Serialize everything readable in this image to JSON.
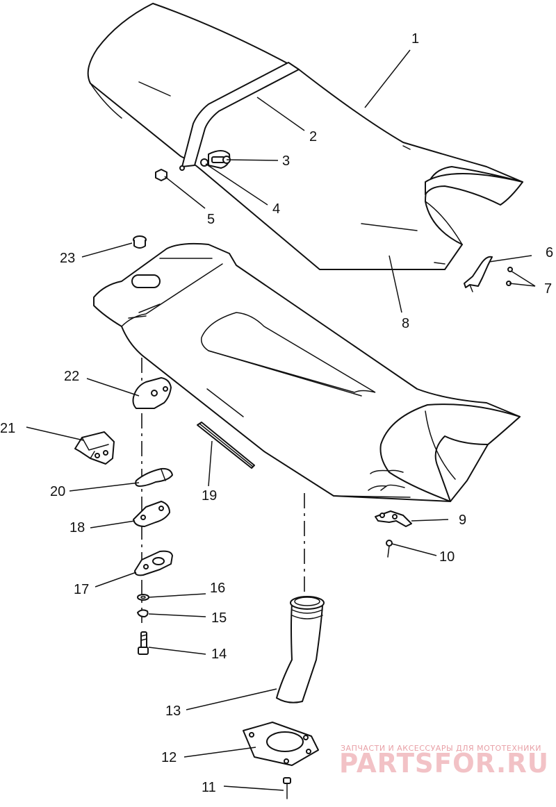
{
  "callouts": {
    "c1": "1",
    "c2": "2",
    "c3": "3",
    "c4": "4",
    "c5": "5",
    "c6": "6",
    "c7": "7",
    "c8": "8",
    "c9": "9",
    "c10": "10",
    "c11": "11",
    "c12": "12",
    "c13": "13",
    "c14": "14",
    "c15": "15",
    "c16": "16",
    "c17": "17",
    "c18": "18",
    "c19": "19",
    "c20": "20",
    "c21": "21",
    "c22": "22",
    "c23": "23"
  },
  "watermark": {
    "tagline": "ЗАПЧАСТИ И АКСЕССУАРЫ ДЛЯ МОТОТЕХНИКИ",
    "brand": "PARTSFOR.RU"
  }
}
